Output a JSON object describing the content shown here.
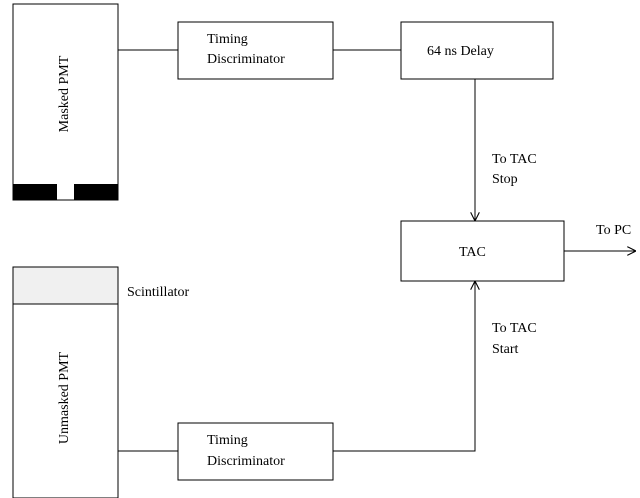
{
  "diagram": {
    "masked_pmt": {
      "label": "Masked PMT"
    },
    "unmasked_pmt": {
      "label": "Unmasked PMT"
    },
    "scintillator": {
      "label": "Scintillator"
    },
    "timing_discriminator_top": {
      "line1": "Timing",
      "line2": "Discriminator"
    },
    "timing_discriminator_bottom": {
      "line1": "Timing",
      "line2": "Discriminator"
    },
    "delay": {
      "label": "64 ns Delay"
    },
    "tac": {
      "label": "TAC"
    },
    "stop_label": {
      "line1": "To TAC",
      "line2": "Stop"
    },
    "start_label": {
      "line1": "To TAC",
      "line2": "Start"
    },
    "output_label": "To PC"
  },
  "colors": {
    "line": "#000000",
    "background": "#ffffff",
    "scintillator_fill": "#f0f0f0",
    "mask_fill": "#000000"
  }
}
